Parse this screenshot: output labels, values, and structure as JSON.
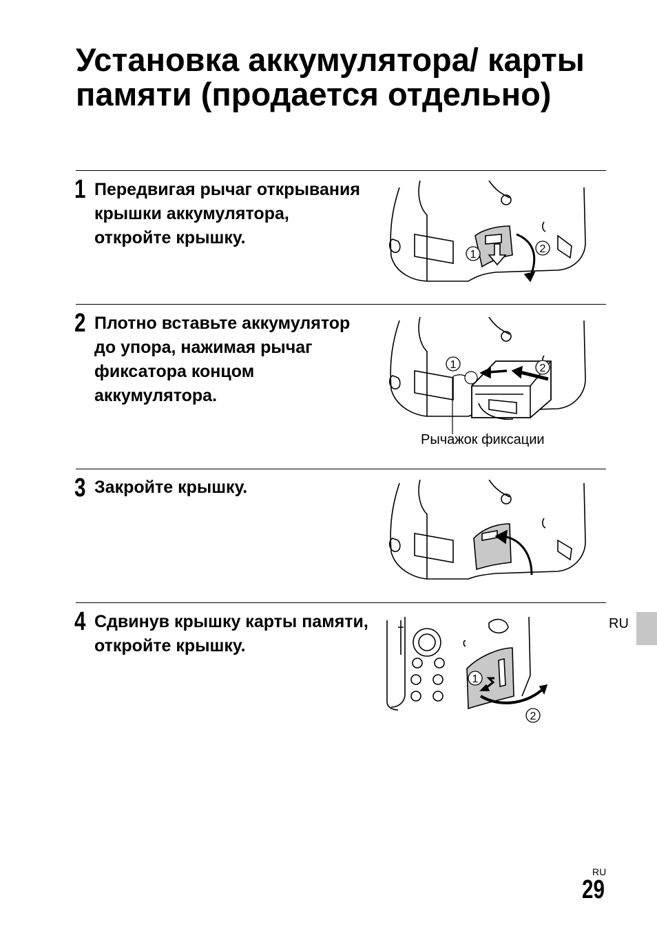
{
  "title": "Установка аккумулятора/ карты памяти (продается отдельно)",
  "steps": [
    {
      "number": "1",
      "text": "Передвигая рычаг открывания крышки аккумулятора, откройте крышку."
    },
    {
      "number": "2",
      "text": "Плотно вставьте аккумулятор до упора, нажимая рычаг фиксатора концом аккумулятора."
    },
    {
      "number": "3",
      "text": "Закройте крышку."
    },
    {
      "number": "4",
      "text": "Сдвинув крышку карты памяти, откройте крышку."
    }
  ],
  "markers": {
    "one": "1",
    "two": "2"
  },
  "caption": "Рычажок фиксации",
  "side_lang": "RU",
  "page_lang": "RU",
  "page_number": "29",
  "colors": {
    "tab": "#c6c6c6",
    "cover": "#c8c8c8"
  }
}
